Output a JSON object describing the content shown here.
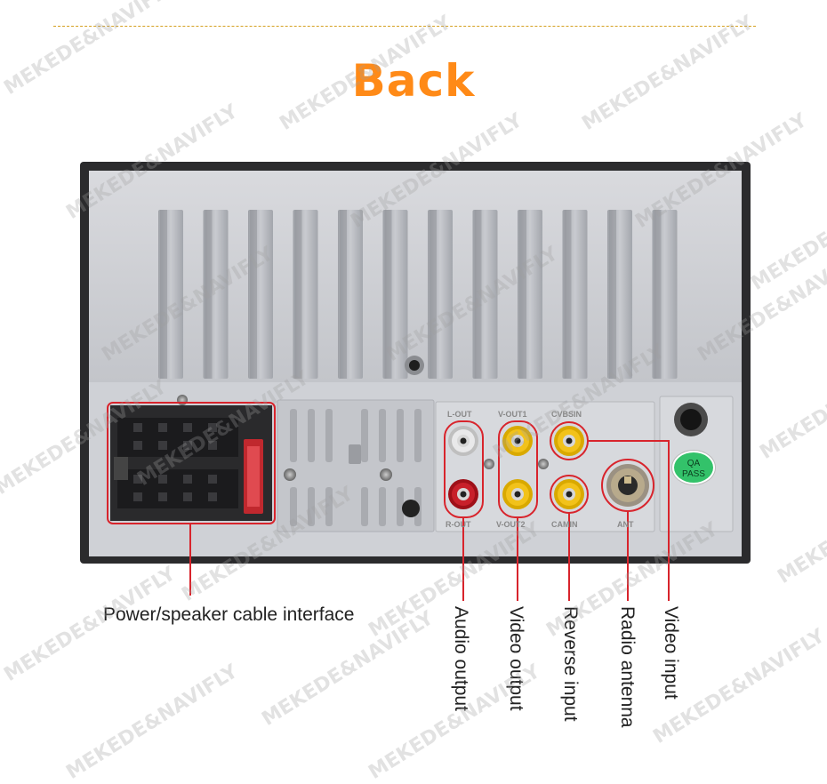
{
  "page": {
    "title": "Back"
  },
  "watermark": "MEKEDE&NAVIFLY",
  "badge": {
    "line1": "QA",
    "line2": "PASS",
    "color": "#33c26a"
  },
  "port_labels": {
    "l_out": "L-OUT",
    "v_out1": "V-OUT1",
    "cvbsin": "CVBSIN",
    "r_out": "R-OUT",
    "v_out2": "V-OUT2",
    "camin": "CAMIN",
    "ant": "ANT"
  },
  "callouts": {
    "power": "Power/speaker cable interface",
    "audio": "Audio output",
    "video_out": "Video output",
    "reverse": "Reverse input",
    "radio": "Radio antenna",
    "video_in": "Video input"
  },
  "colors": {
    "title": "#ff8a17",
    "callout_line": "#d8242c",
    "rca_yellow": "#f2c21a",
    "rca_red": "#c8202a"
  }
}
